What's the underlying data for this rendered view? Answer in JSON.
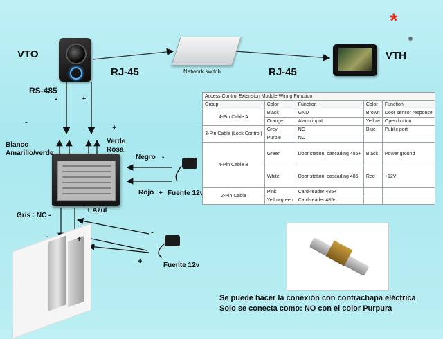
{
  "labels": {
    "vto": "VTO",
    "vth": "VTH",
    "rj45_left": "RJ-45",
    "rj45_right": "RJ-45",
    "network_switch": "Network switch",
    "rs485": "RS-485",
    "minus_a": "-",
    "plus_a": "+",
    "minus_b": "-",
    "plus_b": "+",
    "blanco": "Blanco",
    "amarillo_verde": "Amarillo/verde",
    "verde": "Verde",
    "rosa": "Rosa",
    "negro": "Negro",
    "negro_sign": "-",
    "rojo": "Rojo",
    "rojo_sign": "+",
    "fuente_top": "Fuente 12v",
    "azul": "+ Azul",
    "gris_nc": "Gris  : NC -",
    "ml_minus": "-",
    "ml_plus": "+",
    "fb_minus": "-",
    "fb_plus": "+",
    "fuente_bottom": "Fuente 12v",
    "note_line1": "Se puede hacer la conexión con contrachapa eléctrica",
    "note_line2": "Solo se conecta como: NO con el color Purpura",
    "asterisk": "*"
  },
  "table": {
    "title": "Access Control Extension Module Wiring Function",
    "headers": [
      "Group",
      "Color",
      "Function",
      "Color",
      "Function"
    ],
    "rows": {
      "r1": {
        "group": "4-Pin Cable A",
        "c1": "Black",
        "f1": "GND",
        "c2": "Brown",
        "f2": "Door sensor response"
      },
      "r2": {
        "c1": "Orange",
        "f1": "Alarm input",
        "c2": "Yellow",
        "f2": "Open button"
      },
      "r3": {
        "group": "3-Pin Cable (Lock Control)",
        "c1": "Grey",
        "f1": "NC",
        "c2": "Blue",
        "f2": "Public port"
      },
      "r4": {
        "c1": "Purple",
        "f1": "NO",
        "c2": "",
        "f2": ""
      },
      "r5": {
        "group": "4-Pin Cable B",
        "c1": "Green",
        "f1": "Door station, cascading 485+",
        "c2": "Black",
        "f2": "Power ground"
      },
      "r6": {
        "c1": "White",
        "f1": "Door station, cascading 485-",
        "c2": "Red",
        "f2": "+12V"
      },
      "r7": {
        "group": "2-Pin Cable",
        "c1": "Pink",
        "f1": "Card-reader 485+",
        "c2": "",
        "f2": ""
      },
      "r8": {
        "c1": "Yellowgreen",
        "f1": "Card-reader 485-",
        "c2": "",
        "f2": ""
      }
    }
  },
  "colors": {
    "background": "#b4ecf1",
    "asterisk": "#e0301e",
    "wire": "#111111"
  }
}
